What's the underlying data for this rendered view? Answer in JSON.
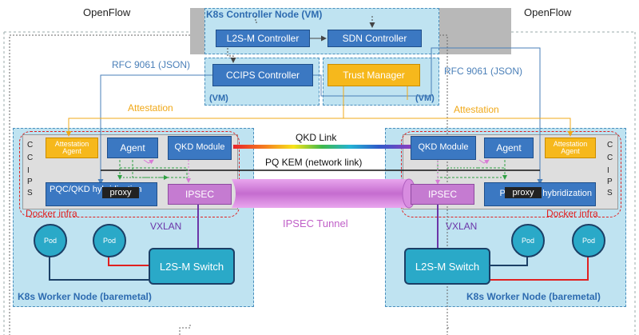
{
  "openflow_left": "OpenFlow",
  "openflow_right": "OpenFlow",
  "controller_node": {
    "title": "K8s Controller Node (VM)",
    "l2s_controller": "L2S-M Controller",
    "sdn_controller": "SDN Controller",
    "ccips_controller": "CCIPS Controller",
    "trust_manager": "Trust Manager",
    "vm_left": "(VM)",
    "vm_right": "(VM)"
  },
  "rfc_left": "RFC 9061 (JSON)",
  "rfc_right": "RFC 9061 (JSON)",
  "attestation_left": "Attestation",
  "attestation_right": "Attestation",
  "qkd_link": "QKD Link",
  "pq_kem": "PQ KEM (network link)",
  "ipsec_tunnel": "IPSEC Tunnel",
  "left_worker": {
    "title": "K8s Worker Node (baremetal)",
    "attestation_agent": "Attestation Agent",
    "agent": "Agent",
    "qkd_module": "QKD Module",
    "pqc_qkd": "PQC/QKD hybridization",
    "proxy": "proxy",
    "ipsec": "IPSEC",
    "docker_infra": "Docker infra",
    "vxlan": "VXLAN",
    "pod1": "Pod",
    "pod2": "Pod",
    "switch": "L2S-M Switch",
    "ccips_letters": [
      "C",
      "C",
      "I",
      "P",
      "S"
    ]
  },
  "right_worker": {
    "title": "K8s Worker Node (baremetal)",
    "attestation_agent": "Attestation Agent",
    "agent": "Agent",
    "qkd_module": "QKD Module",
    "pqc_qkd": "PQC/QKD hybridization",
    "proxy": "proxy",
    "ipsec": "IPSEC",
    "docker_infra": "Docker infra",
    "vxlan": "VXLAN",
    "pod1": "Pod",
    "pod2": "Pod",
    "switch": "L2S-M Switch",
    "ccips_letters": [
      "C",
      "C",
      "I",
      "P",
      "S"
    ]
  },
  "colors": {
    "node_bg": "#bfe3f1",
    "blue_box": "#3b78c2",
    "orange": "#f6b81c",
    "ipsec": "#c57bd1",
    "attestation_text": "#f0a818",
    "rfc_text": "#4a7fb8",
    "vxlan_text": "#6b35a8",
    "docker_text": "#e02020",
    "tunnel_text": "#c060c8"
  }
}
